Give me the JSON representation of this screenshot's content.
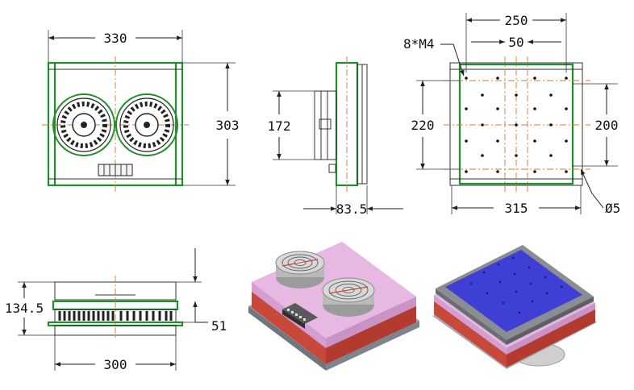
{
  "front_view": {
    "width_label": "330",
    "height_label": "303"
  },
  "side_view": {
    "height_label": "172",
    "depth_label": "83.5"
  },
  "plate_view": {
    "thread_label": "8*M4",
    "top_width_label": "250",
    "hole_pitch_label": "50",
    "left_height_label": "220",
    "right_height_label": "200",
    "bottom_width_label": "315",
    "hole_dia_label": "Ø5"
  },
  "bottom_view": {
    "height_label": "134.5",
    "width_label": "300",
    "offset_label": "51"
  },
  "colors": {
    "outline_green": "#1f8f2a",
    "center_line": "#d07a3a",
    "fan_housing": "#cfc6cc",
    "body_pink": "#e7b8e2",
    "heatsink_red": "#c8483a",
    "cold_plate_blue": "#3f3fd6"
  }
}
